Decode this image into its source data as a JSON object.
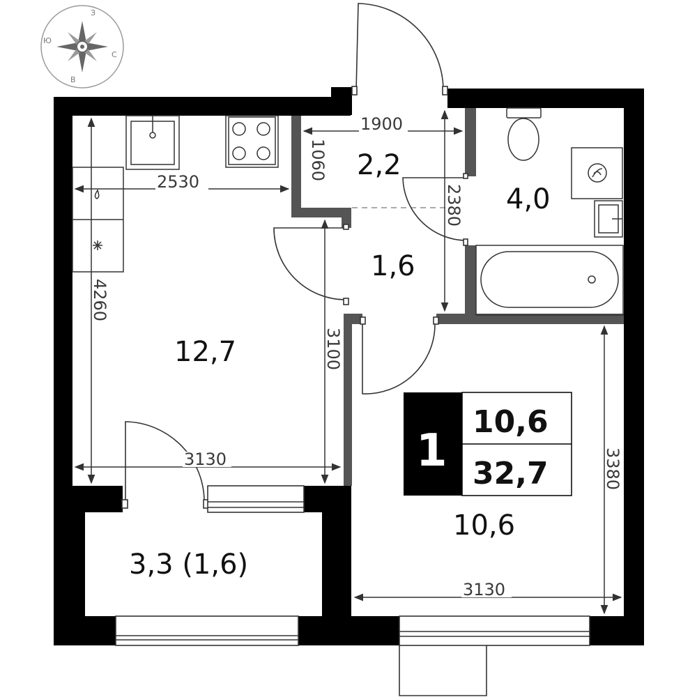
{
  "compass": {
    "north": "З",
    "east": "С",
    "south": "В",
    "west": "Ю"
  },
  "rooms": {
    "living_room_area": "12,7",
    "hall_area": "2,2",
    "corridor_area": "1,6",
    "bathroom_area": "4,0",
    "bedroom_area": "10,6",
    "balcony_area": "3,3 (1,6)"
  },
  "dimensions": {
    "kitchen_width": "2530",
    "hall_width": "1900",
    "hall_depth": "1060",
    "bathroom_depth": "2380",
    "living_height": "4260",
    "corridor_height": "3100",
    "living_width": "3130",
    "bedroom_height": "3380",
    "bedroom_width": "3130"
  },
  "badge": {
    "rooms_count": "1",
    "living_area": "10,6",
    "total_area": "32,7"
  },
  "colors": {
    "wall": "#000000",
    "partition": "#555555",
    "line": "#333333",
    "background": "#ffffff"
  }
}
